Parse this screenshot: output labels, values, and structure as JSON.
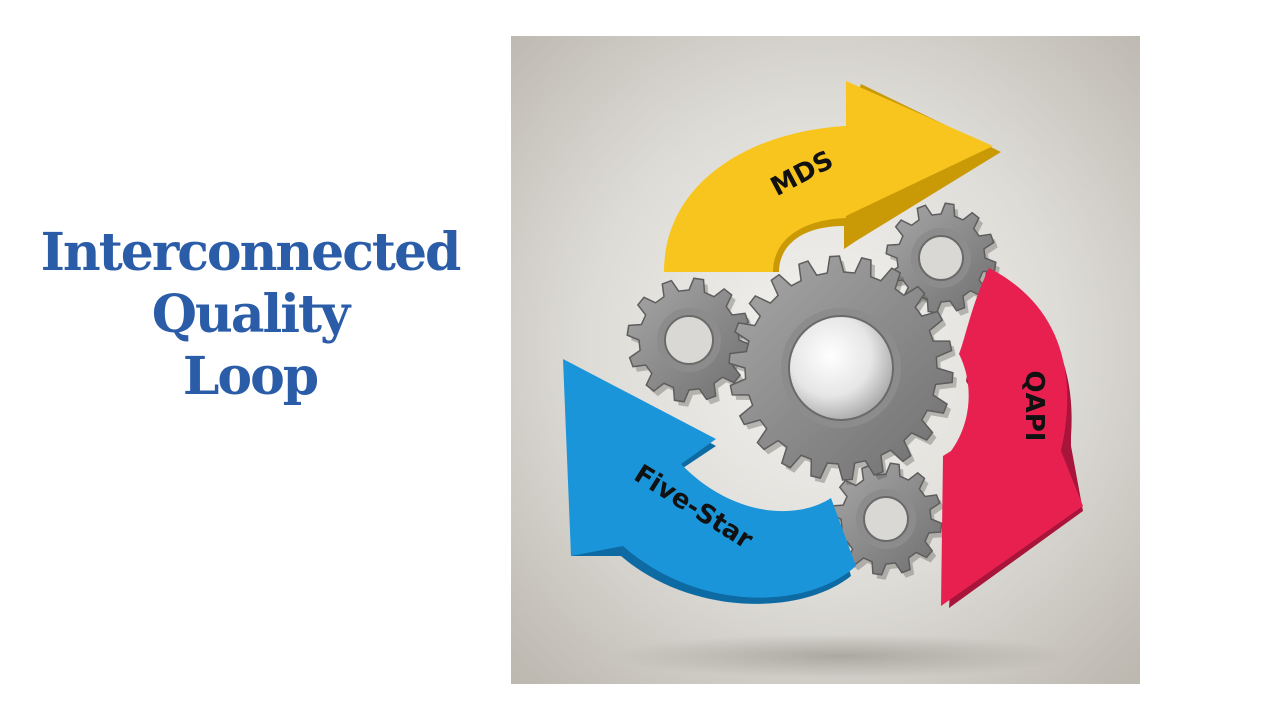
{
  "title": {
    "lines": [
      "Interconnected",
      "Quality",
      "Loop"
    ]
  },
  "diagram": {
    "arrows": [
      {
        "label": "MDS",
        "color": "#f7c51d"
      },
      {
        "label": "QAPI",
        "color": "#e8204f"
      },
      {
        "label": "Five-Star",
        "color": "#1b95d9"
      }
    ],
    "gear_color": "#8c8c8c",
    "background_color": "#cfccc5"
  }
}
